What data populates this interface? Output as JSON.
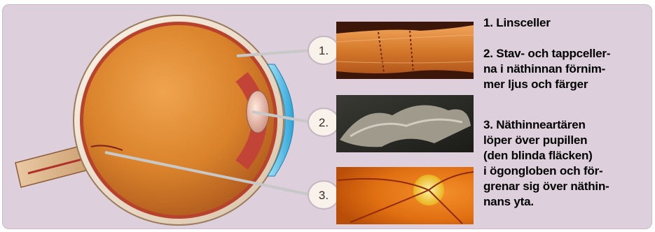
{
  "markers": {
    "m1": "1.",
    "m2": "2.",
    "m3": "3."
  },
  "captions": {
    "c1": [
      "1. Linsceller"
    ],
    "c2": [
      "2. Stav- och tappceller-",
      "na i näthinnan förnim-",
      "mer ljus och färger"
    ],
    "c3": [
      "3. Näthinneartären",
      "löper över pupillen",
      "(den blinda fläcken)",
      "i ögongloben och för-",
      "grenar sig över näthin-",
      "nans yta."
    ]
  },
  "colors": {
    "background": "#ddcfdc",
    "eyeball": "#d9822b",
    "sclera": "#f2e6d8",
    "cornea": "#5fc3ea",
    "retina_photo": "#e47b15",
    "optic_disc": "#f4d12c"
  },
  "icons": [
    "eye-cross-section-illustration",
    "lens-cell-micrograph",
    "photoreceptor-micrograph",
    "retina-fundus-photo"
  ]
}
